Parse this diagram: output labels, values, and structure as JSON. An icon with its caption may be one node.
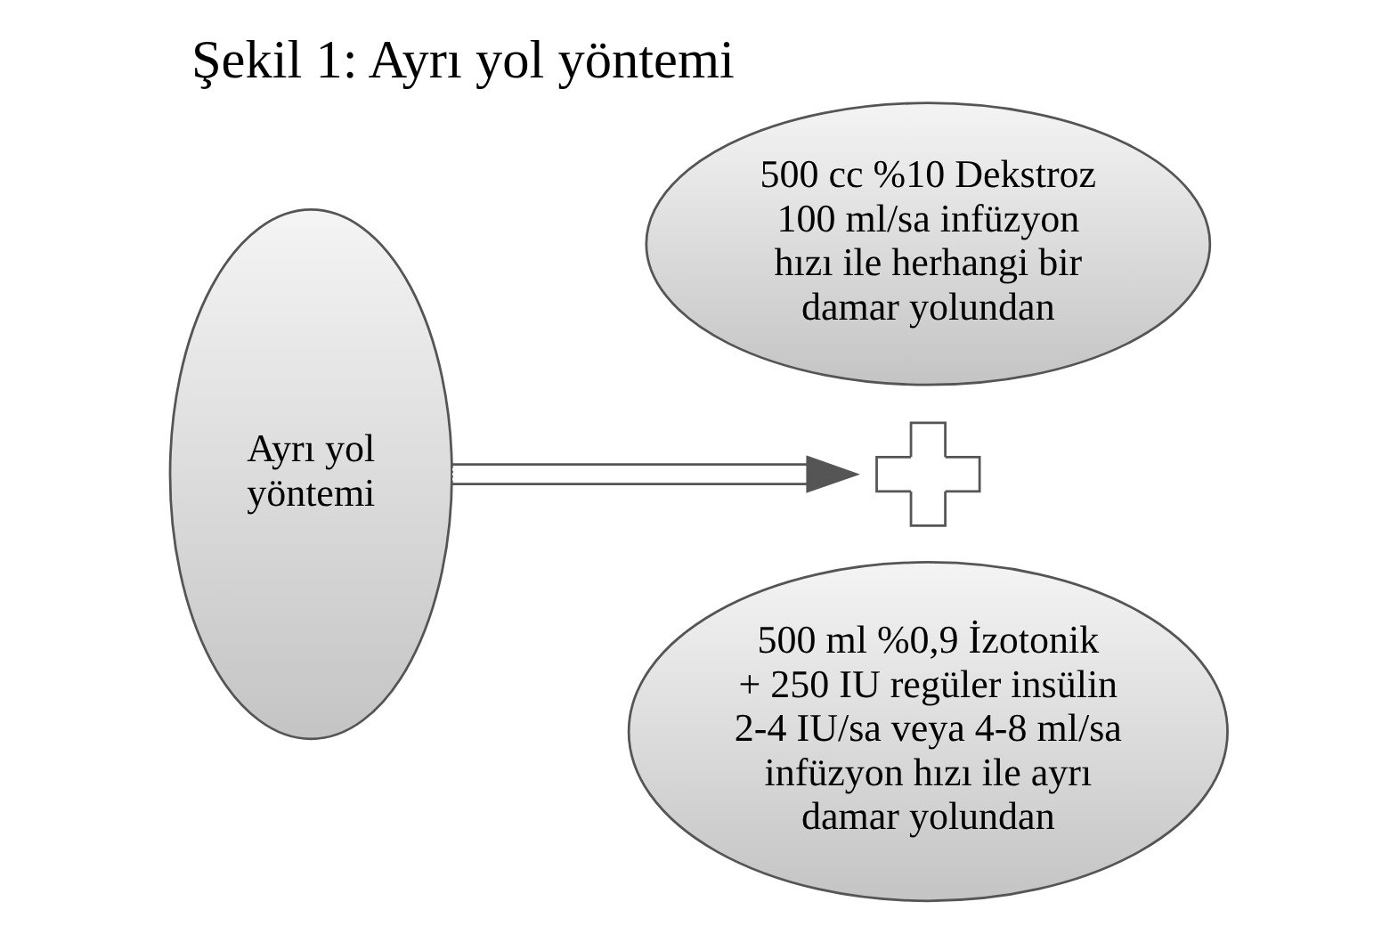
{
  "diagram": {
    "title": "Şekil 1: Ayrı yol yöntemi",
    "nodes": [
      {
        "text": [
          "Ayrı yol yöntemi"
        ]
      },
      {
        "text": [
          "500 cc %10 Dekstroz 100 ml/sa infüzyon hızı ile herhangi bir damar yolundan"
        ]
      },
      {
        "text": [],
        "shape": "plus"
      },
      {
        "text": [
          "500 ml %0,9 İzotonik",
          "+ 250 IU regüler insülin",
          "2-4 IU/sa veya 4-8 ml/sa infüzyon hızı ile ayrı damar yolundan"
        ]
      }
    ],
    "edges": [
      {
        "from": 0,
        "to": 2,
        "arrow": "to"
      }
    ]
  }
}
